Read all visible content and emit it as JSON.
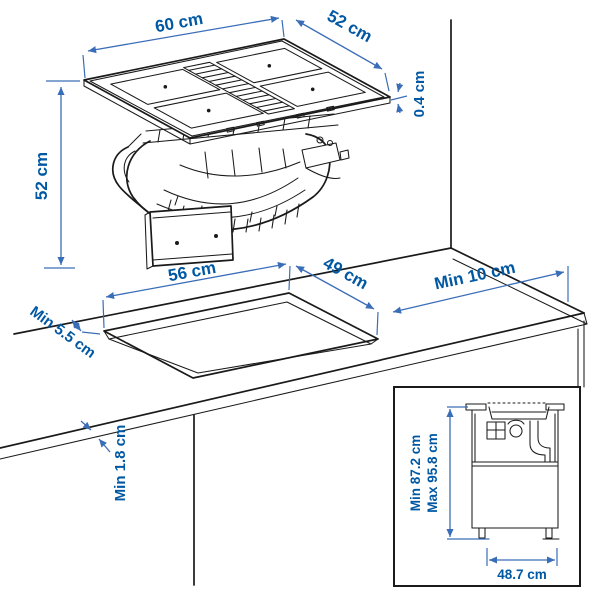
{
  "diagram": {
    "hob": {
      "width_label": "60 cm",
      "depth_label": "52 cm",
      "rim_height_label": "0.4 cm",
      "unit_height_label": "52 cm"
    },
    "worktop": {
      "cutout_width_label": "56 cm",
      "cutout_depth_label": "49 cm",
      "right_clearance_label": "Min 10 cm",
      "edge_clearance_label": "Min 5.5 cm",
      "thickness_label": "Min 1.8 cm"
    },
    "cabinet_inset": {
      "height_min_label": "Min 87.2 cm",
      "height_max_label": "Max 95.8 cm",
      "width_label": "48.7 cm"
    },
    "colors": {
      "annotation_text": "#0058a3",
      "dimension_line": "#3a6db8",
      "line_art": "#1a1a1a"
    }
  }
}
